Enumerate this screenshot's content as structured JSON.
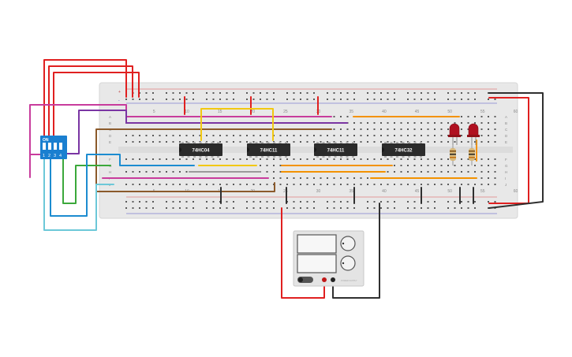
{
  "breadboard": {
    "column_labels_top": [
      "5",
      "10",
      "15",
      "20",
      "25",
      "30",
      "35",
      "40",
      "45",
      "50",
      "55",
      "60"
    ],
    "column_labels_bottom": [
      "5",
      "10",
      "15",
      "20",
      "25",
      "30",
      "35",
      "40",
      "45",
      "50",
      "55",
      "60"
    ],
    "row_labels": [
      "A",
      "B",
      "C",
      "D",
      "E",
      "F",
      "G",
      "H",
      "I",
      "J"
    ],
    "rail_labels": [
      "+",
      "-"
    ]
  },
  "chips": [
    {
      "label": "74HC04"
    },
    {
      "label": "74HC11"
    },
    {
      "label": "74HC11"
    },
    {
      "label": "74HC32"
    }
  ],
  "dip_switch": {
    "on_label": "ON",
    "numbers": [
      "1",
      "2",
      "3",
      "4"
    ]
  },
  "power_supply": {
    "label": "POWER SUPPLY"
  },
  "colors": {
    "board": "#e8e8e8",
    "wire_red": "#e02020",
    "wire_black": "#303030",
    "wire_magenta": "#c83c9c",
    "wire_purple": "#7a35a3",
    "wire_brown": "#8b5a2b",
    "wire_yellow": "#f2c811",
    "wire_orange": "#f39200",
    "wire_blue": "#1c8cd0",
    "wire_teal": "#2aa0b0",
    "wire_green": "#3ba83b",
    "wire_cyan": "#6cc8d8",
    "dip_blue": "#1a7fd0",
    "led_red": "#b01020"
  }
}
